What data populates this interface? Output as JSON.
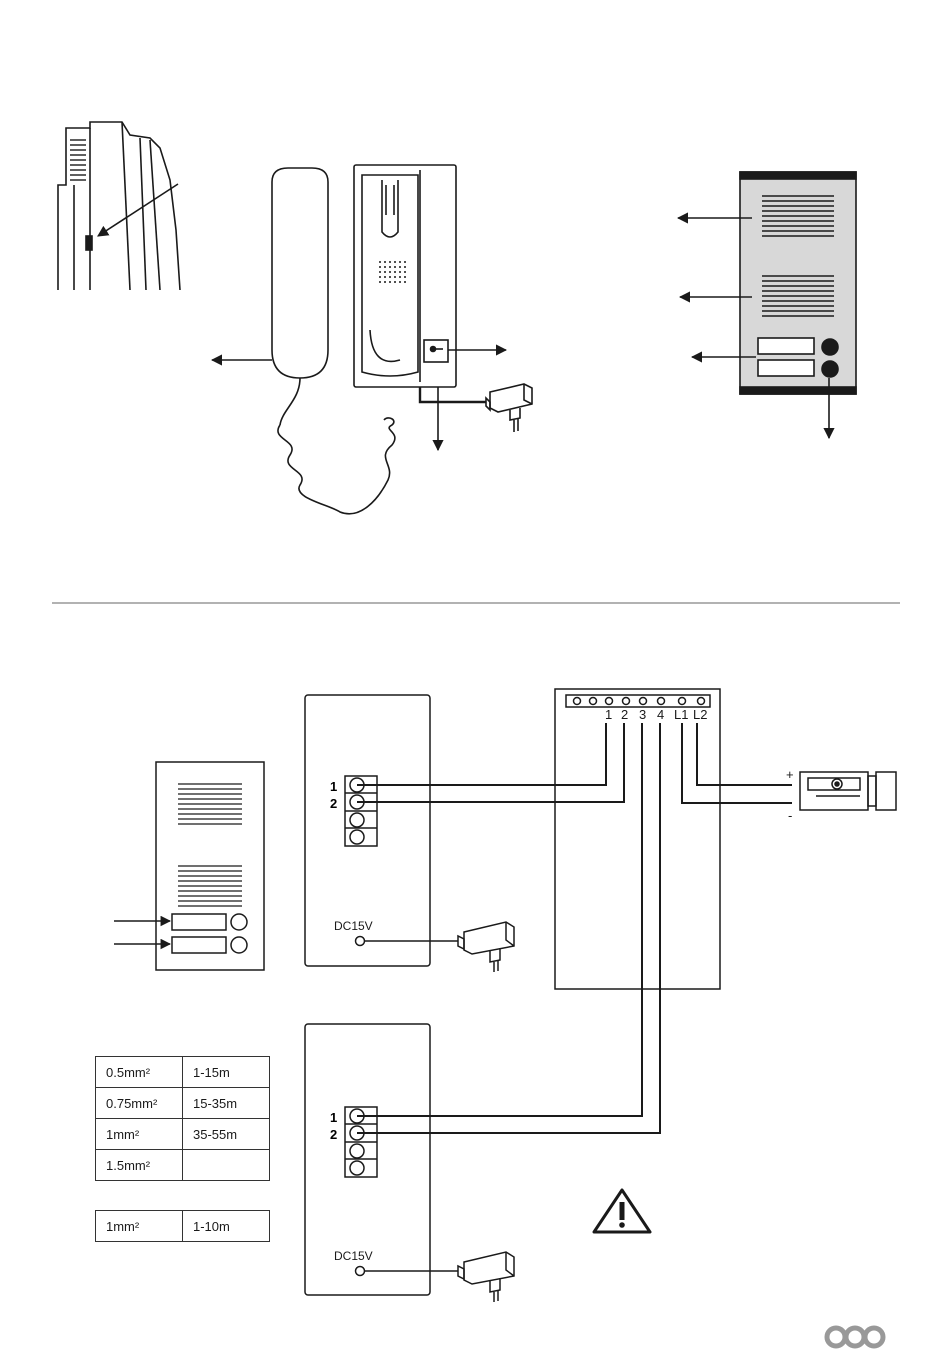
{
  "controller": {
    "terminals": [
      "1",
      "2",
      "3",
      "4",
      "L1",
      "L2"
    ]
  },
  "monitor_top": {
    "terminal_labels": [
      "1",
      "2"
    ],
    "power_label": "DC15V"
  },
  "monitor_bottom": {
    "terminal_labels": [
      "1",
      "2"
    ],
    "power_label": "DC15V"
  },
  "lock": {
    "plus": "+",
    "minus": "-"
  },
  "cable_table": {
    "rows": [
      {
        "section": "0.5mm²",
        "distance": "1-15m"
      },
      {
        "section": "0.75mm²",
        "distance": "15-35m"
      },
      {
        "section": "1mm²",
        "distance": "35-55m"
      },
      {
        "section": "1.5mm²",
        "distance": ""
      }
    ]
  },
  "lock_table": {
    "rows": [
      {
        "section": "1mm²",
        "distance": "1-10m"
      }
    ]
  },
  "icons": [
    "warning-icon",
    "brand-logo-icon",
    "power-adapter-icon",
    "electric-lock-icon"
  ]
}
